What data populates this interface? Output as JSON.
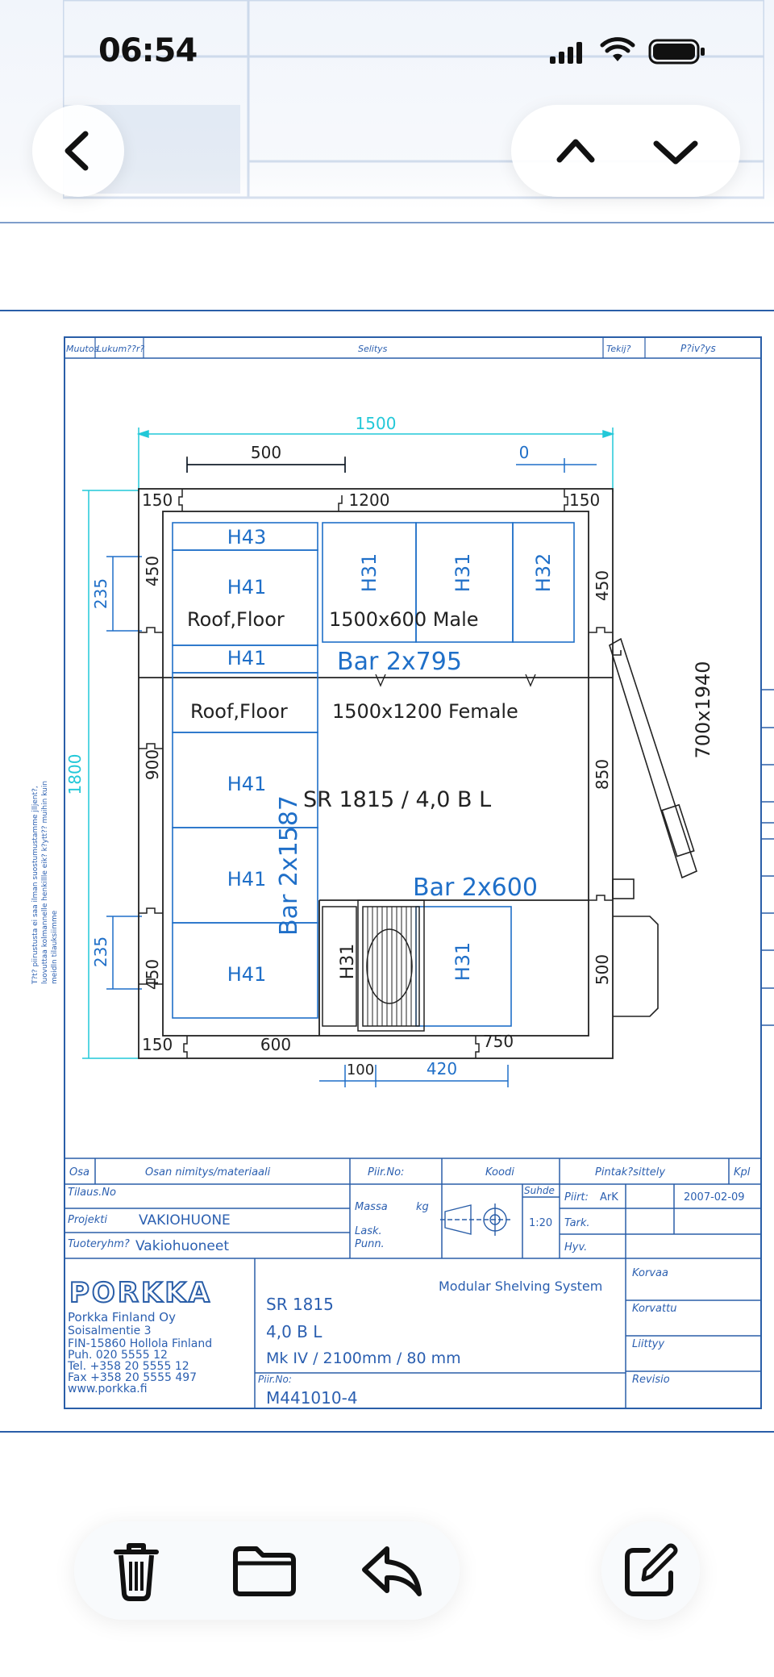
{
  "status": {
    "time": "06:54"
  },
  "nav": {
    "back": "back-arrow",
    "prev": "chevron-up",
    "next": "chevron-down"
  },
  "header_row": {
    "muutos": "Muutos",
    "lukumaara": "Lukum??r?",
    "selitys": "Selitys",
    "tekija": "Tekij?",
    "paivays": "P?iv?ys"
  },
  "drawing": {
    "dims": {
      "total_width": "1500",
      "left_gap": "500",
      "right_gap": "0",
      "top_left": "150",
      "top_mid": "1200",
      "top_right": "150",
      "left_450a": "450",
      "left_900": "900",
      "left_450b": "450",
      "left_235a": "235",
      "left_235b": "235",
      "left_1800": "1800",
      "right_450": "450",
      "right_850": "850",
      "right_500": "500",
      "bot_150": "150",
      "bot_600": "600",
      "bot_750": "750",
      "bot_100": "100",
      "bot_420": "420",
      "door": "700x1940"
    },
    "labels": {
      "h43": "H43",
      "h41_1": "H41",
      "h41_2": "H41",
      "h41_3": "H41",
      "h41_4": "H41",
      "h41_5": "H41",
      "h31_1": "H31",
      "h31_2": "H31",
      "h32": "H32",
      "h31_3": "H31",
      "h31_4": "H31",
      "roof1": "Roof,Floor",
      "male": "1500x600   Male",
      "roof2": "Roof,Floor",
      "female": "1500x1200  Female",
      "bar795": "Bar 2x795",
      "bar600": "Bar 2x600",
      "bar1587": "Bar 2x1587",
      "center": "SR 1815 / 4,0 B L"
    },
    "side_note": [
      "T?t? piirustusta ei saa ilman suostumustamme jlljent?,",
      "luovuttaa kolmannelle henkillle eik? k?ytt?? muihin kuin",
      "meidln tilauksiimme"
    ]
  },
  "title_block": {
    "osa": "Osa",
    "osan_nimitys": "Osan nimitys/materiaali",
    "piir_no_h": "Piir.No:",
    "koodi": "Koodi",
    "pintakasittely": "Pintak?sittely",
    "kpl": "Kpl",
    "tilaus_no": "Tilaus.No",
    "projekti_label": "Projekti",
    "projekti": "VAKIOHUONE",
    "tuoteryhma_label": "Tuoteryhm?",
    "tuoteryhma": "Vakiohuoneet",
    "massa": "Massa",
    "kg": "kg",
    "lask_punn": "Lask.",
    "punn": "Punn.",
    "suhde": "Suhde",
    "scale": "1:20",
    "piirt": "Piirt:",
    "ark": "ArK",
    "date": "2007-02-09",
    "tark": "Tark.",
    "hyv": "Hyv.",
    "company_logo": "PORKKA",
    "company": [
      "Porkka Finland Oy",
      "Soisalmentie 3",
      "FIN-15860 Hollola Finland",
      "Puh.         020  5555  12",
      "Tel.     +358   20  5555  12",
      "Fax      +358   20  5555  497",
      "www.porkka.fi"
    ],
    "system": "Modular Shelving System",
    "product": [
      "SR 1815",
      "4,0 B L",
      "Mk IV / 2100mm / 80 mm"
    ],
    "piir_no_label": "Piir.No:",
    "drawing_no": "M441010-4",
    "korvaa": "Korvaa",
    "korvattu": "Korvattu",
    "liittyy": "Liittyy",
    "revisio": "Revisio"
  },
  "toolbar": {
    "delete": "trash-icon",
    "folder": "folder-icon",
    "reply": "reply-icon",
    "compose": "compose-icon"
  },
  "colors": {
    "line": "#1f6fc8",
    "cyan": "#22c8d8",
    "ink": "#222222"
  }
}
